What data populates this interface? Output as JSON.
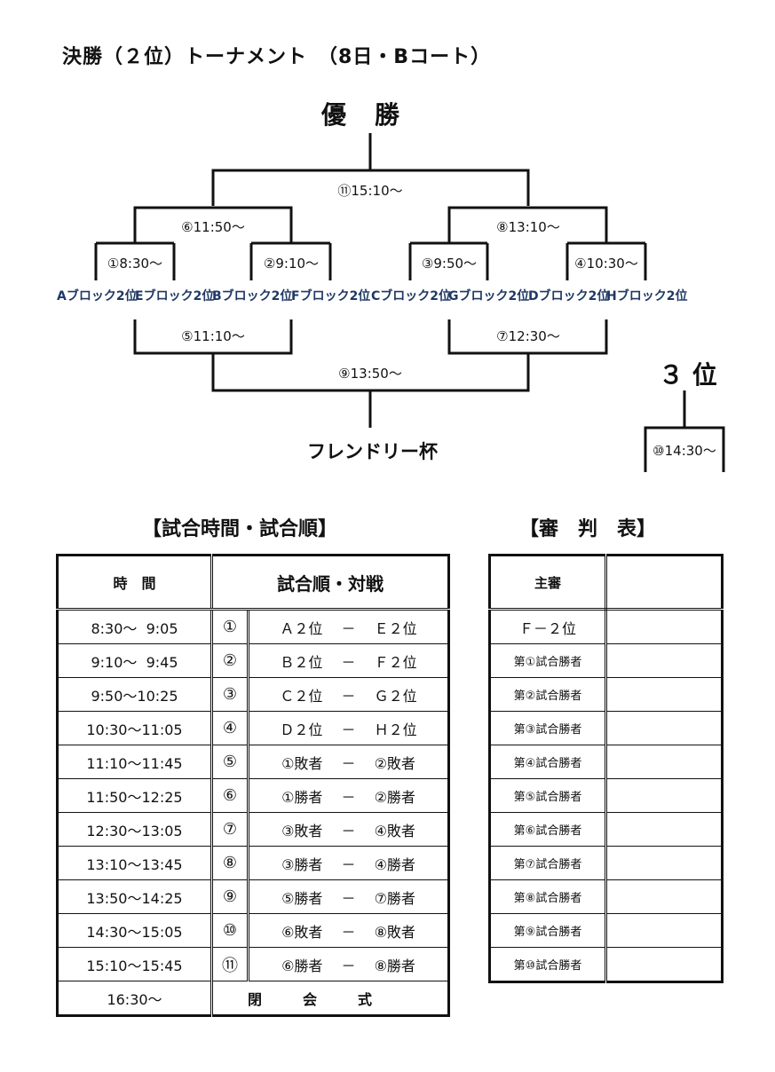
{
  "title": "決勝（２位）トーナメント　（8日・Bコート）",
  "champion_label": "優　勝",
  "third_label": "３ 位",
  "friendly_label": "フレンドリー杯",
  "teams": [
    "Aブロック2位",
    "Eブロック2位",
    "Bブロック2位",
    "Fブロック2位",
    "Cブロック2位",
    "Gブロック2位",
    "Dブロック2位",
    "Hブロック2位"
  ],
  "bracket_matches": {
    "m1": "①8:30～",
    "m2": "②9:10～",
    "m3": "③9:50～",
    "m4": "④10:30～",
    "m5": "⑤11:10～",
    "m6": "⑥11:50～",
    "m7": "⑦12:30～",
    "m8": "⑧13:10～",
    "m9": "⑨13:50～",
    "m10": "⑩14:30～",
    "m11": "⑪15:10～"
  },
  "schedule": {
    "section_title": "【試合時間・試合順】",
    "header_time": "時　間",
    "header_order": "試合順・対戦",
    "rows": [
      {
        "time": "8:30～  9:05",
        "num": "①",
        "match": "Ａ２位　 －　 Ｅ２位"
      },
      {
        "time": "9:10～  9:45",
        "num": "②",
        "match": "Ｂ２位　 －　 Ｆ２位"
      },
      {
        "time": "9:50～10:25",
        "num": "③",
        "match": "Ｃ２位　 －　 Ｇ２位"
      },
      {
        "time": "10:30～11:05",
        "num": "④",
        "match": "Ｄ２位　 －　 Ｈ２位"
      },
      {
        "time": "11:10～11:45",
        "num": "⑤",
        "match": "①敗者　 －　 ②敗者"
      },
      {
        "time": "11:50～12:25",
        "num": "⑥",
        "match": "①勝者　 －　 ②勝者"
      },
      {
        "time": "12:30～13:05",
        "num": "⑦",
        "match": "③敗者　 －　 ④敗者"
      },
      {
        "time": "13:10～13:45",
        "num": "⑧",
        "match": "③勝者　 －　 ④勝者"
      },
      {
        "time": "13:50～14:25",
        "num": "⑨",
        "match": "⑤勝者　 －　 ⑦勝者"
      },
      {
        "time": "14:30～15:05",
        "num": "⑩",
        "match": "⑥敗者　 －　 ⑧敗者"
      },
      {
        "time": "15:10～15:45",
        "num": "⑪",
        "match": "⑥勝者　 －　 ⑧勝者"
      }
    ],
    "closing_time": "16:30～",
    "closing_title": "閉会式"
  },
  "referee": {
    "section_title": "【審　判　表】",
    "header": "主審",
    "rows": [
      "Ｆ－２位",
      "第①試合勝者",
      "第②試合勝者",
      "第③試合勝者",
      "第④試合勝者",
      "第⑤試合勝者",
      "第⑥試合勝者",
      "第⑦試合勝者",
      "第⑧試合勝者",
      "第⑨試合勝者",
      "第⑩試合勝者"
    ]
  }
}
